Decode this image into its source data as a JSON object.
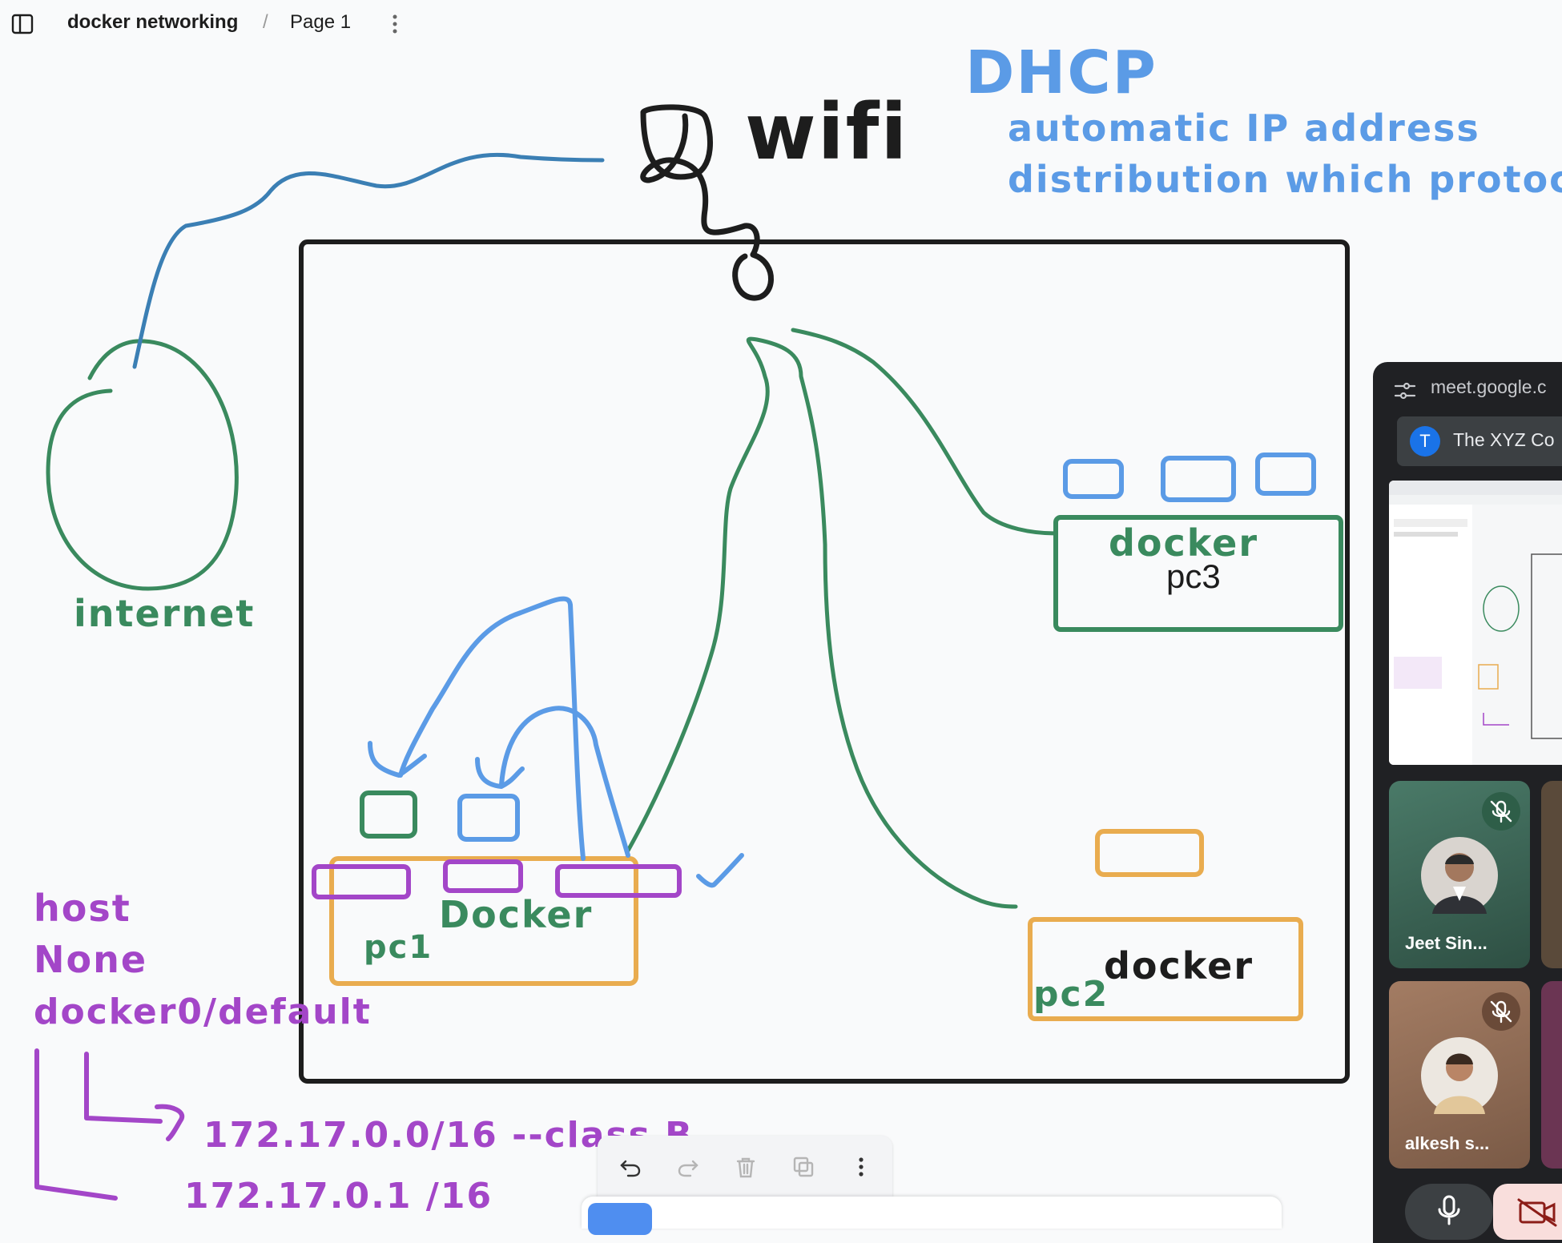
{
  "header": {
    "title": "docker networking",
    "separator": "/",
    "page": "Page 1"
  },
  "drawing": {
    "wifi_label": "wifi",
    "dhcp_title": "DHCP",
    "dhcp_line1": "automatic IP address",
    "dhcp_line2": "distribution which protocol",
    "internet_label": "internet",
    "pc3_docker": "docker",
    "pc3_label": "pc3",
    "pc1_docker": "Docker",
    "pc1_label": "pc1",
    "pc2_docker": "docker",
    "pc2_label": "pc2",
    "net_host": "host",
    "net_none": "None",
    "net_default": "docker0/default",
    "subnet": "172.17.0.0/16 --class B",
    "gateway": "172.17.0.1 /16"
  },
  "colors": {
    "ink": "#1d1d1d",
    "green": "#3a8a5e",
    "blue": "#5b9be6",
    "purple": "#a346c8",
    "orange": "#e9ac4f",
    "link_blue": "#3b7fb4"
  },
  "toolbar": {
    "icons": [
      "undo-icon",
      "redo-icon",
      "trash-icon",
      "duplicate-icon",
      "more-icon"
    ]
  },
  "meet": {
    "url": "meet.google.c",
    "org_initial": "T",
    "org_name": "The XYZ Co",
    "participants": [
      {
        "name": "Jeet Sin...",
        "muted": true
      },
      {
        "name": "alkesh s...",
        "muted": true
      }
    ]
  }
}
